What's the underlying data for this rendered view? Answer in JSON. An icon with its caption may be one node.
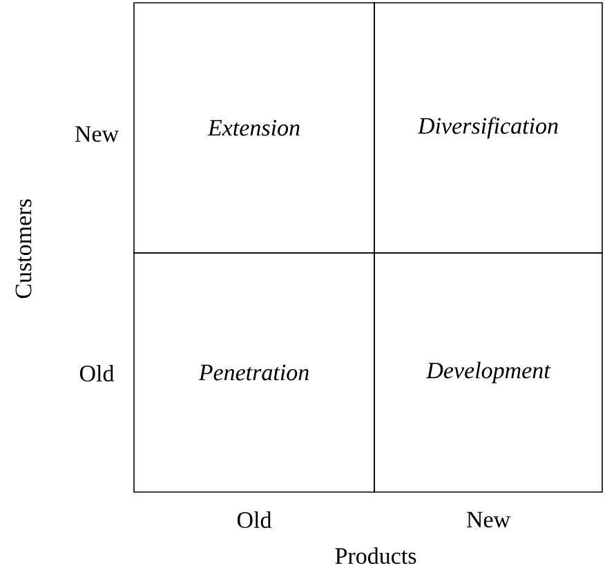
{
  "diagram": {
    "nodes": [
      {
        "text": [
          "Extension"
        ]
      },
      {
        "text": [
          "Diversification"
        ]
      },
      {
        "text": [
          "Penetration"
        ]
      },
      {
        "text": [
          "Development"
        ]
      }
    ],
    "labels": [
      "Customers",
      "New",
      "Old",
      "Old",
      "New",
      "Products"
    ]
  }
}
